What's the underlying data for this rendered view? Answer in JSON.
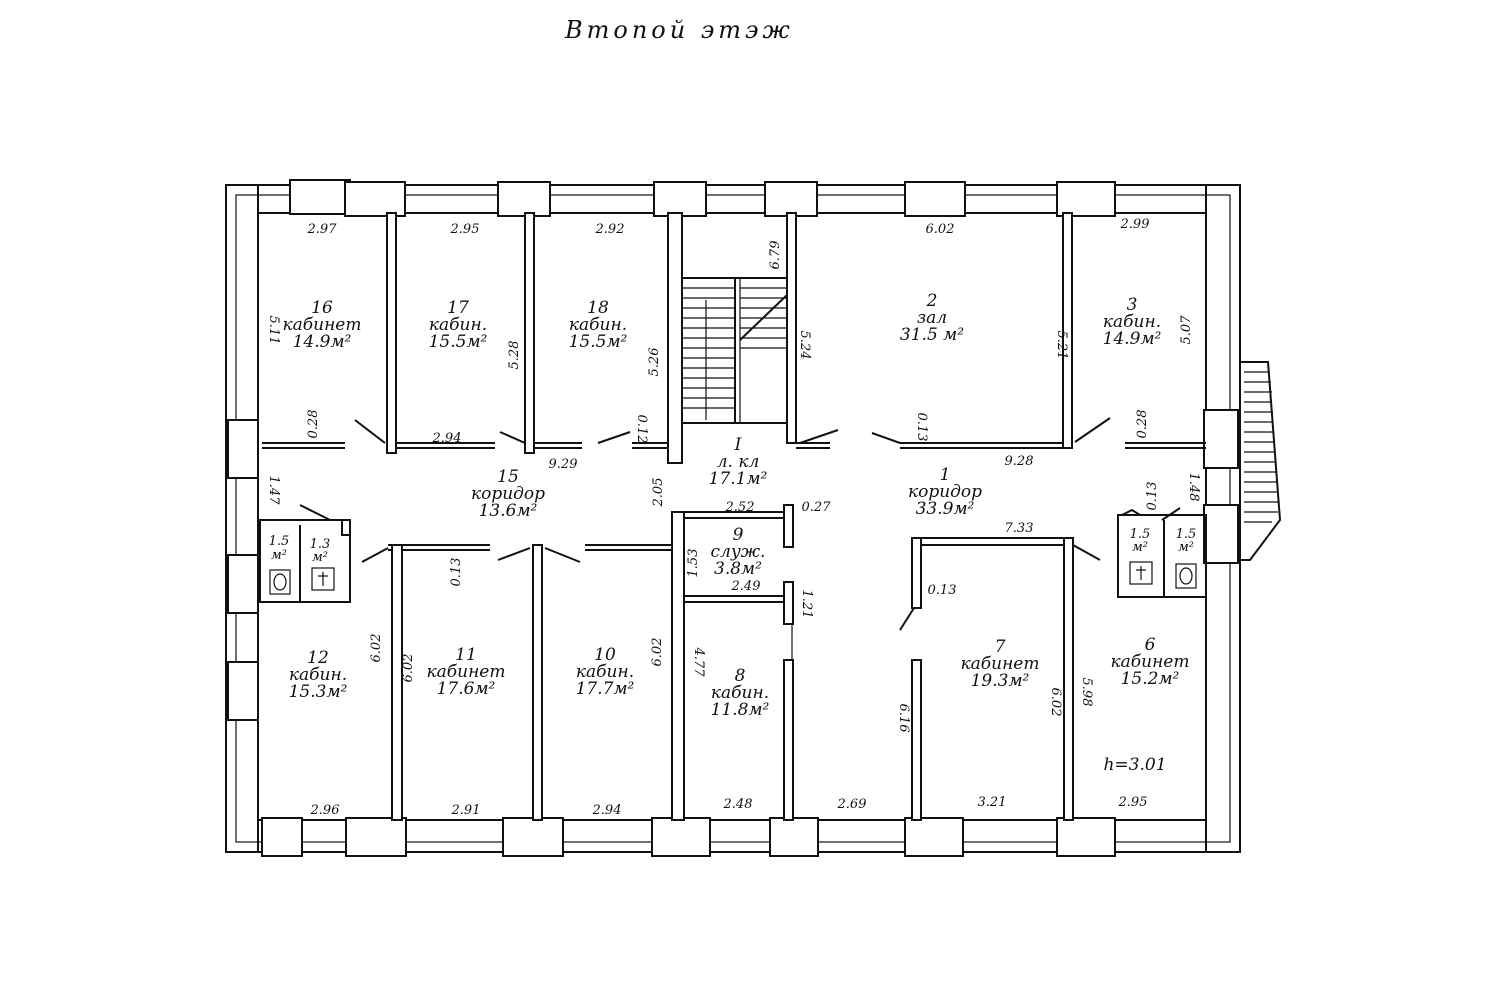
{
  "title": "Втопой этэж",
  "rooms": [
    {
      "id": "16",
      "num": "16",
      "name": "кабинет",
      "area": "14.9м²"
    },
    {
      "id": "17",
      "num": "17",
      "name": "кабин.",
      "area": "15.5м²"
    },
    {
      "id": "18",
      "num": "18",
      "name": "кабин.",
      "area": "15.5м²"
    },
    {
      "id": "2",
      "num": "2",
      "name": "зал",
      "area": "31.5 м²"
    },
    {
      "id": "3",
      "num": "3",
      "name": "кабин.",
      "area": "14.9м²"
    },
    {
      "id": "15",
      "num": "15",
      "name": "коридор",
      "area": "13.6м²"
    },
    {
      "id": "I",
      "num": "I",
      "name": "л. кл",
      "area": "17.1м²"
    },
    {
      "id": "1",
      "num": "1",
      "name": "коридор",
      "area": "33.9м²"
    },
    {
      "id": "9",
      "num": "9",
      "name": "служ.",
      "area": "3.8м²"
    },
    {
      "id": "12",
      "num": "12",
      "name": "кабин.",
      "area": "15.3м²"
    },
    {
      "id": "11",
      "num": "11",
      "name": "кабинет",
      "area": "17.6м²"
    },
    {
      "id": "10",
      "num": "10",
      "name": "кабин.",
      "area": "17.7м²"
    },
    {
      "id": "8",
      "num": "8",
      "name": "кабин.",
      "area": "11.8м²"
    },
    {
      "id": "7",
      "num": "7",
      "name": "кабинет",
      "area": "19.3м²"
    },
    {
      "id": "6",
      "num": "6",
      "name": "кабинет",
      "area": "15.2м²"
    },
    {
      "id": "wc-left-a",
      "num": "",
      "name": "1.5",
      "area": "м²"
    },
    {
      "id": "wc-left-b",
      "num": "",
      "name": "1.3",
      "area": "м²"
    },
    {
      "id": "wc-right-a",
      "num": "",
      "name": "1.5",
      "area": "м²"
    },
    {
      "id": "wc-right-b",
      "num": "",
      "name": "1.5",
      "area": "м²"
    }
  ],
  "dimensions": [
    {
      "id": "d-top-16",
      "value": "2.97",
      "rot": false
    },
    {
      "id": "d-top-17",
      "value": "2.95",
      "rot": false
    },
    {
      "id": "d-top-18",
      "value": "2.92",
      "rot": false
    },
    {
      "id": "d-top-2",
      "value": "6.02",
      "rot": false
    },
    {
      "id": "d-top-3",
      "value": "2.99",
      "rot": false
    },
    {
      "id": "d-stair",
      "value": "6.79",
      "rot": true
    },
    {
      "id": "d-16-h",
      "value": "5.11",
      "rot": true
    },
    {
      "id": "d-17-h",
      "value": "5.28",
      "rot": true
    },
    {
      "id": "d-18-h",
      "value": "5.26",
      "rot": true
    },
    {
      "id": "d-stair-h",
      "value": "5.24",
      "rot": true
    },
    {
      "id": "d-2-h",
      "value": "5.21",
      "rot": true
    },
    {
      "id": "d-3-h",
      "value": "5.07",
      "rot": true
    },
    {
      "id": "d-016",
      "value": "0.28",
      "rot": true
    },
    {
      "id": "d-294",
      "value": "2.94",
      "rot": false
    },
    {
      "id": "d-012",
      "value": "0.12",
      "rot": true
    },
    {
      "id": "d-013a",
      "value": "0.13",
      "rot": true
    },
    {
      "id": "d-028",
      "value": "0.28",
      "rot": true
    },
    {
      "id": "d-929",
      "value": "9.29",
      "rot": false
    },
    {
      "id": "d-928",
      "value": "9.28",
      "rot": false
    },
    {
      "id": "d-147",
      "value": "1.47",
      "rot": true
    },
    {
      "id": "d-148",
      "value": "1.48",
      "rot": true
    },
    {
      "id": "d-205",
      "value": "2.05",
      "rot": true
    },
    {
      "id": "d-252",
      "value": "2.52",
      "rot": false
    },
    {
      "id": "d-027",
      "value": "0.27",
      "rot": false
    },
    {
      "id": "d-733",
      "value": "7.33",
      "rot": false
    },
    {
      "id": "d-013b",
      "value": "0.13",
      "rot": true
    },
    {
      "id": "d-013c",
      "value": "0.13",
      "rot": true
    },
    {
      "id": "d-153",
      "value": "1.53",
      "rot": true
    },
    {
      "id": "d-249",
      "value": "2.49",
      "rot": false
    },
    {
      "id": "d-121",
      "value": "1.21",
      "rot": true
    },
    {
      "id": "d-013d",
      "value": "0.13",
      "rot": false
    },
    {
      "id": "d-602a",
      "value": "6.02",
      "rot": true
    },
    {
      "id": "d-602b",
      "value": "6.02",
      "rot": true
    },
    {
      "id": "d-602c",
      "value": "6.02",
      "rot": true
    },
    {
      "id": "d-477",
      "value": "4.77",
      "rot": true
    },
    {
      "id": "d-616",
      "value": "6.16",
      "rot": true
    },
    {
      "id": "d-602d",
      "value": "6.02",
      "rot": true
    },
    {
      "id": "d-598",
      "value": "5.98",
      "rot": true
    },
    {
      "id": "d-bot-12",
      "value": "2.96",
      "rot": false
    },
    {
      "id": "d-bot-11",
      "value": "2.91",
      "rot": false
    },
    {
      "id": "d-bot-10",
      "value": "2.94",
      "rot": false
    },
    {
      "id": "d-bot-8",
      "value": "2.48",
      "rot": false
    },
    {
      "id": "d-bot-c",
      "value": "2.69",
      "rot": false
    },
    {
      "id": "d-bot-7",
      "value": "3.21",
      "rot": false
    },
    {
      "id": "d-bot-6",
      "value": "2.95",
      "rot": false
    }
  ],
  "height_note": "h=3.01"
}
